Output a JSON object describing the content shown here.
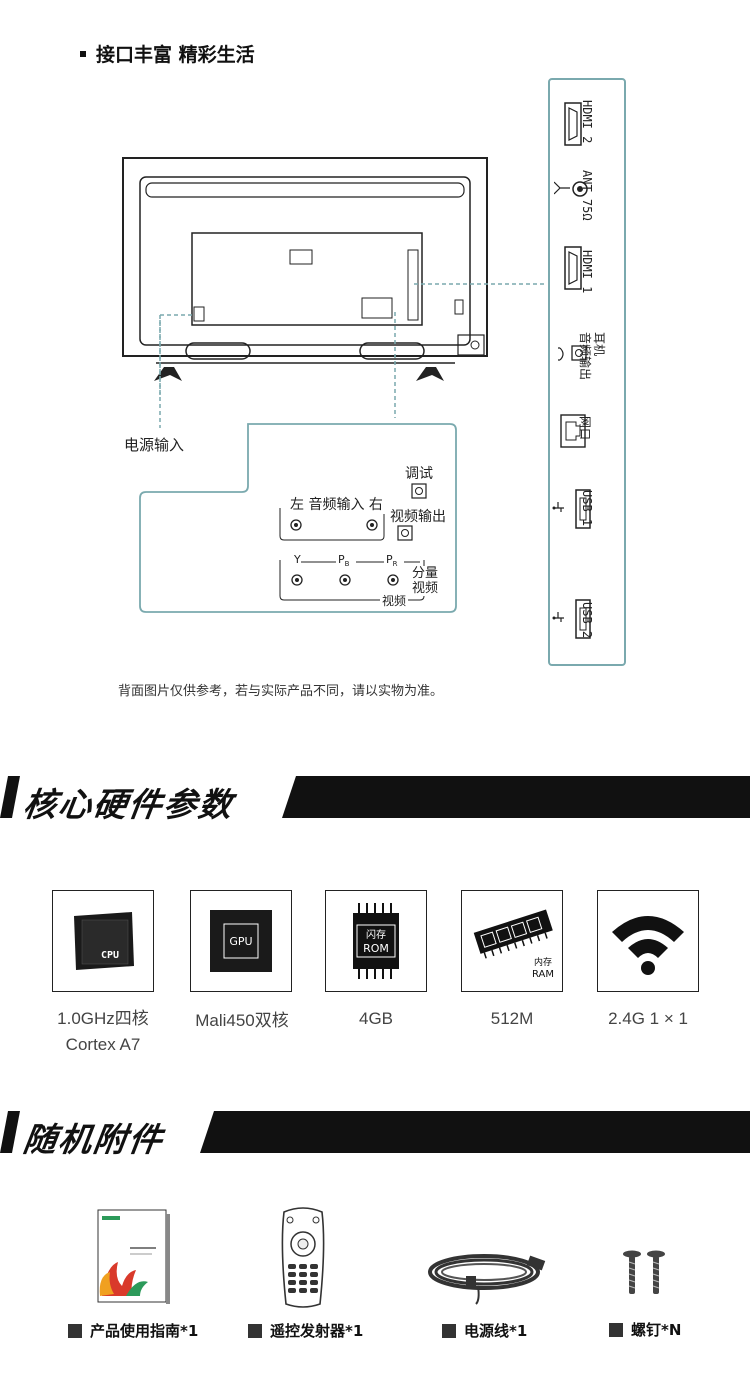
{
  "interfaces": {
    "title": "接口丰富 精彩生活",
    "power_label": "电源输入",
    "debug_label": "调试",
    "video_out_label": "视频输出",
    "audio_in_label": "左 音频输入 右",
    "component": {
      "y": "Y",
      "pb": "P",
      "pb_sub": "B",
      "pr": "P",
      "pr_sub": "R",
      "side_label_1": "分量",
      "side_label_2": "视频",
      "bottom_label": "视频"
    },
    "side_ports": [
      {
        "label": "HDMI 2",
        "icon": "hdmi-icon"
      },
      {
        "label": "ANT 75Ω",
        "icon": "antenna-icon"
      },
      {
        "label": "HDMI 1",
        "icon": "hdmi-icon"
      },
      {
        "label": "耳机",
        "label2": "音频输出",
        "icon": "headphone-icon"
      },
      {
        "label": "网口",
        "icon": "ethernet-icon"
      },
      {
        "label": "USB 1",
        "icon": "usb-icon"
      },
      {
        "label": "USB 2",
        "icon": "usb-icon"
      }
    ],
    "note": "背面图片仅供参考，若与实际产品不同，请以实物为准。"
  },
  "hardware": {
    "title": "核心硬件参数",
    "items": [
      {
        "icon": "cpu-chip-icon",
        "chip_text": "CPU",
        "line1": "1.0GHz四核",
        "line2": "Cortex A7"
      },
      {
        "icon": "gpu-chip-icon",
        "chip_text": "GPU",
        "line1": "Mali450双核",
        "line2": ""
      },
      {
        "icon": "rom-chip-icon",
        "chip_text_1": "闪存",
        "chip_text_2": "ROM",
        "line1": "4GB",
        "line2": ""
      },
      {
        "icon": "ram-stick-icon",
        "chip_text_1": "内存",
        "chip_text_2": "RAM",
        "line1": "512M",
        "line2": ""
      },
      {
        "icon": "wifi-icon",
        "line1": "2.4G 1 × 1",
        "line2": ""
      }
    ]
  },
  "accessories": {
    "title": "随机附件",
    "items": [
      {
        "icon": "manual-booklet-icon",
        "label": "产品使用指南*1"
      },
      {
        "icon": "remote-control-icon",
        "label": "遥控发射器*1"
      },
      {
        "icon": "power-cord-icon",
        "label": "电源线*1"
      },
      {
        "icon": "screws-icon",
        "label": "螺钉*N"
      }
    ]
  },
  "colors": {
    "accent_teal": "#7aa9ae",
    "banner_black": "#111111"
  }
}
